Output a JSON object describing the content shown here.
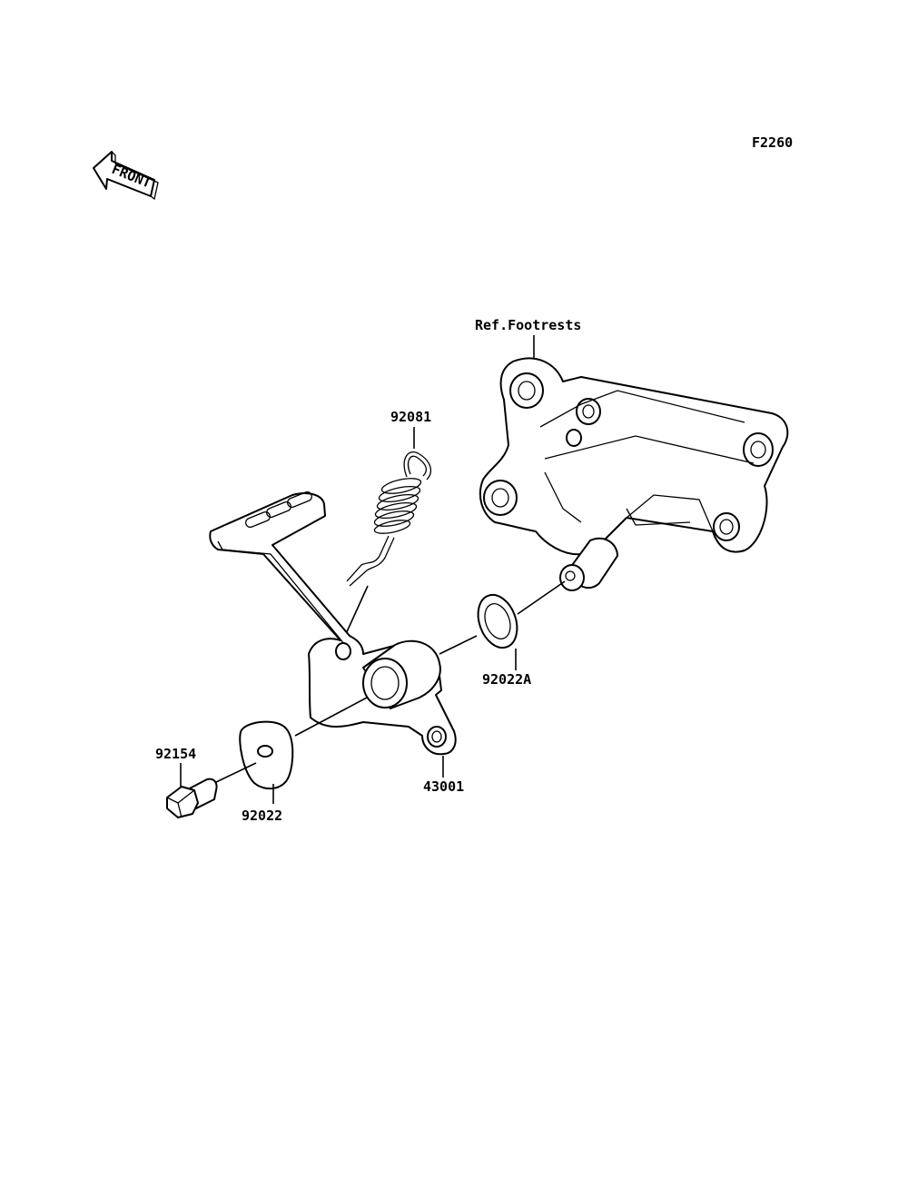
{
  "diagram_code": "F2260",
  "front_arrow": {
    "text": "FRONT",
    "icon": "front-direction-arrow-icon"
  },
  "labels": {
    "ref_footrests": "Ref.Footrests",
    "p92081": "92081",
    "p92022A": "92022A",
    "p92154": "92154",
    "p92022": "92022",
    "p43001": "43001"
  }
}
